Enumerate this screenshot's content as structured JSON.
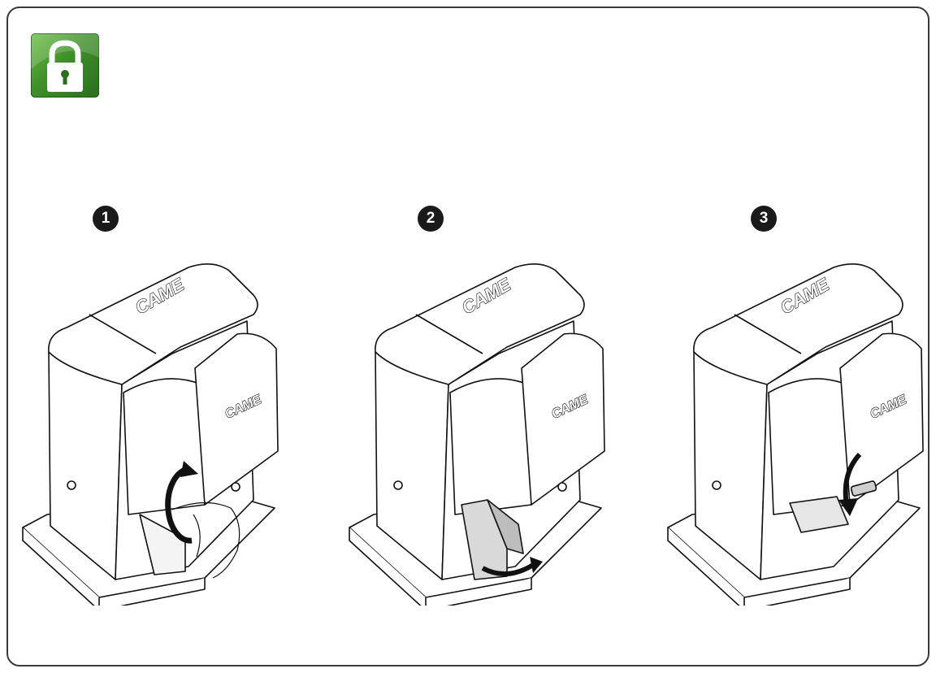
{
  "header": {
    "icon": "padlock-icon",
    "accent_color": "#3f8f2a"
  },
  "steps": [
    {
      "number": "1",
      "icon": "rotate-arrow-icon"
    },
    {
      "number": "2",
      "icon": "curved-arrow-icon"
    },
    {
      "number": "3",
      "icon": "down-arrow-icon"
    }
  ],
  "brand": {
    "logo_text": "CAME"
  }
}
